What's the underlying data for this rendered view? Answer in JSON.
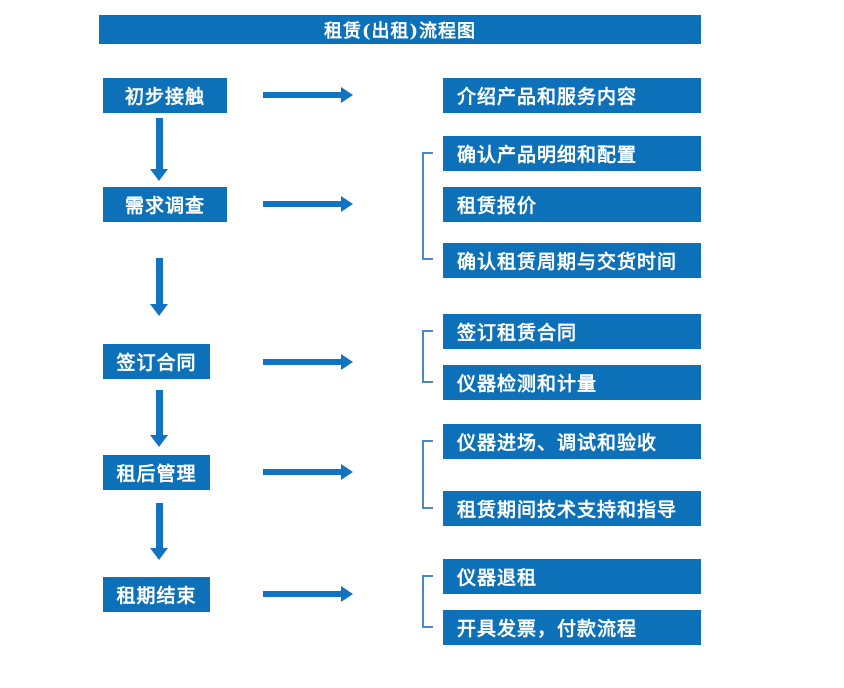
{
  "title": "租赁(出租)流程图",
  "colors": {
    "box_blue": "#0d71ba",
    "arrow_blue": "#1273c2",
    "bracket_blue": "#4e87c6",
    "text_white": "#ffffff"
  },
  "steps": [
    {
      "label": "初步接触"
    },
    {
      "label": "需求调查"
    },
    {
      "label": "签订合同"
    },
    {
      "label": "租后管理"
    },
    {
      "label": "租期结束"
    }
  ],
  "details": [
    {
      "items": [
        "介绍产品和服务内容"
      ]
    },
    {
      "items": [
        "确认产品明细和配置",
        "租赁报价",
        "确认租赁周期与交货时间"
      ]
    },
    {
      "items": [
        "签订租赁合同",
        "仪器检测和计量"
      ]
    },
    {
      "items": [
        "仪器进场、调试和验收",
        "租赁期间技术支持和指导"
      ]
    },
    {
      "items": [
        "仪器退租",
        "开具发票，付款流程"
      ]
    }
  ]
}
